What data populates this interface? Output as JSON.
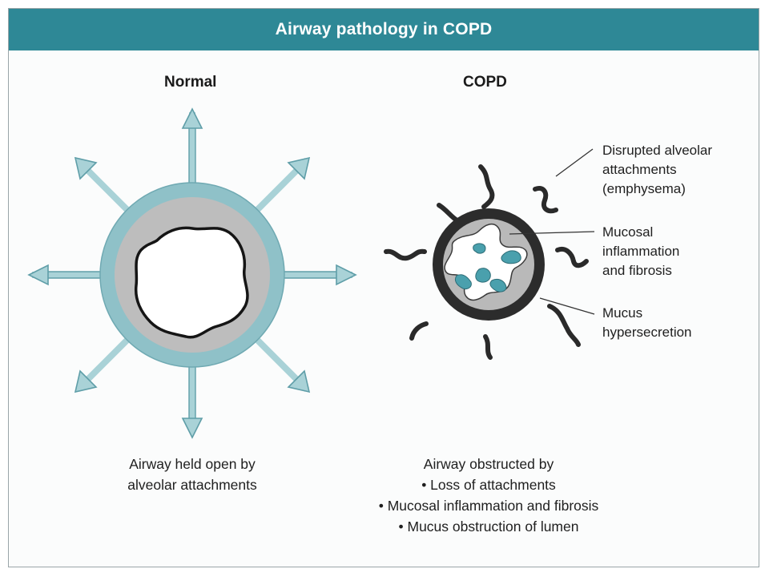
{
  "header": {
    "title": "Airway pathology in COPD"
  },
  "normal": {
    "title": "Normal",
    "caption": [
      "Airway held open by",
      "alveolar attachments"
    ]
  },
  "copd": {
    "title": "COPD",
    "labels": {
      "attachments": [
        "Disrupted alveolar",
        "attachments",
        "(emphysema)"
      ],
      "mucosal": [
        "Mucosal",
        "inflammation",
        "and fibrosis"
      ],
      "mucus": [
        "Mucus",
        "hypersecretion"
      ]
    },
    "caption": {
      "heading": "Airway obstructed by",
      "bullets": [
        "• Loss of attachments",
        "• Mucosal inflammation and fibrosis",
        "• Mucus obstruction of lumen"
      ]
    }
  },
  "colors": {
    "header": "#2e8896",
    "ring_light": "#8fc1c8",
    "wall_gray": "#bdbdbd",
    "copd_ring": "#2c2c2c",
    "mucus": "#4aa0ad",
    "arrow_fill": "#a9d2d7"
  }
}
